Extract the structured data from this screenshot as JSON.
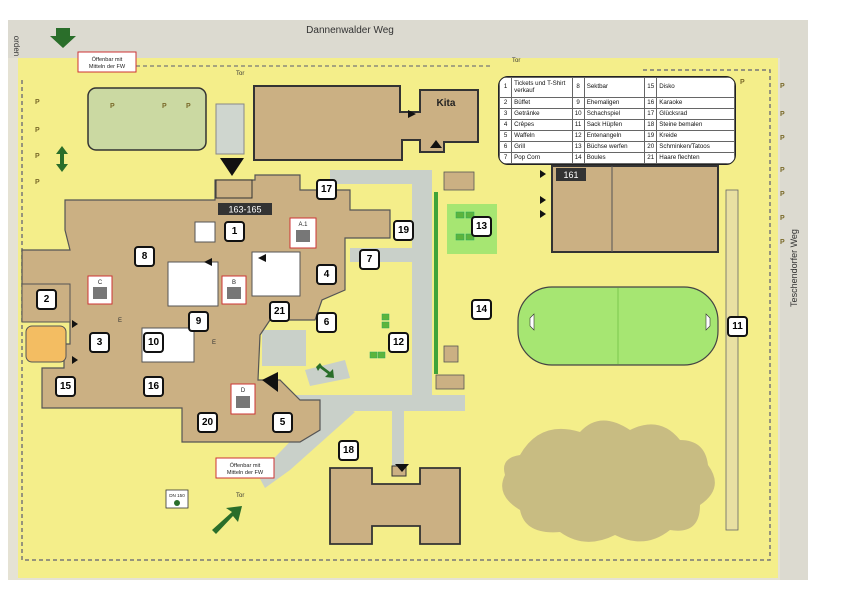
{
  "map": {
    "streets": {
      "north": "Dannenwalder Weg",
      "east": "Teschendorfer Weg",
      "west_partial": "orden"
    },
    "building_labels": {
      "main_building": "163-165",
      "kita": "Kita",
      "east_building": "161",
      "gas_marker": "DN 150"
    },
    "gate_labels": {
      "north_gate": "Öffenbar mit Mitteln der FW",
      "south_gate": "Öffenbar mit Mitteln der FW",
      "tor": "Tor"
    },
    "stair_labels": [
      "A.1",
      "B",
      "C",
      "D"
    ],
    "section_labels": [
      "E",
      "E"
    ],
    "parking_letter": "P",
    "colors": {
      "grounds": "#f4ee8a",
      "building": "#cbb083",
      "path": "#c9d0c9",
      "field": "#a6e672",
      "tree_area": "#c8bc82",
      "station_box": "#ffffff"
    }
  },
  "legend": {
    "rows": [
      [
        {
          "n": "1",
          "label": "Tickets und T-Shirt verkauf"
        },
        {
          "n": "8",
          "label": "Sektbar"
        },
        {
          "n": "15",
          "label": "Disko"
        }
      ],
      [
        {
          "n": "2",
          "label": "Büffet"
        },
        {
          "n": "9",
          "label": "Ehemaligen"
        },
        {
          "n": "16",
          "label": "Karaoke"
        }
      ],
      [
        {
          "n": "3",
          "label": "Getränke"
        },
        {
          "n": "10",
          "label": "Schachspiel"
        },
        {
          "n": "17",
          "label": "Glücksrad"
        }
      ],
      [
        {
          "n": "4",
          "label": "Crêpes"
        },
        {
          "n": "11",
          "label": "Sack Hüpfen"
        },
        {
          "n": "18",
          "label": "Steine bemalen"
        }
      ],
      [
        {
          "n": "5",
          "label": "Waffeln"
        },
        {
          "n": "12",
          "label": "Entenangeln"
        },
        {
          "n": "19",
          "label": "Kreide"
        }
      ],
      [
        {
          "n": "6",
          "label": "Grill"
        },
        {
          "n": "13",
          "label": "Büchse werfen"
        },
        {
          "n": "20",
          "label": "Schminken/Tatoos"
        }
      ],
      [
        {
          "n": "7",
          "label": "Pop Corn"
        },
        {
          "n": "14",
          "label": "Boules"
        },
        {
          "n": "21",
          "label": "Haare flechten"
        }
      ]
    ]
  },
  "stations": [
    "1",
    "2",
    "3",
    "4",
    "5",
    "6",
    "7",
    "8",
    "9",
    "10",
    "11",
    "12",
    "13",
    "14",
    "15",
    "16",
    "17",
    "18",
    "19",
    "20",
    "21"
  ]
}
